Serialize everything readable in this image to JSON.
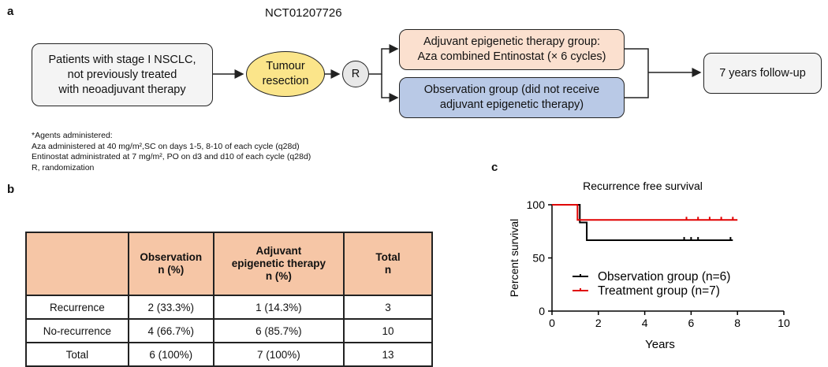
{
  "panel_a": {
    "label": "a",
    "trial_id": "NCT01207726",
    "patients_box": [
      "Patients with stage I NSCLC,",
      "not previously treated",
      "with neoadjuvant therapy"
    ],
    "resection_oval": [
      "Tumour",
      "resection"
    ],
    "randomization_node": "R",
    "treatment_box": [
      "Adjuvant epigenetic therapy group:",
      "Aza combined Entinostat (× 6 cycles)"
    ],
    "observation_box": [
      "Observation group (did not receive",
      "adjuvant epigenetic therapy)"
    ],
    "followup_box": "7 years follow-up",
    "notes": [
      "*Agents administered:",
      "Aza administered at 40 mg/m²,SC on days 1-5, 8-10 of each cycle (q28d)",
      "Entinostat administrated at 7 mg/m², PO on d3 and d10 of each cycle (q28d)",
      "R, randomization"
    ],
    "colors": {
      "treatment_fill": "#fbe0cf",
      "observation_fill": "#b9c9e6",
      "resection_fill": "#fbe58a",
      "neutral_fill": "#f4f4f4"
    }
  },
  "panel_b": {
    "label": "b",
    "header": [
      "",
      "Observation\nn (%)",
      "Adjuvant\nepigenetic therapy\nn (%)",
      "Total\nn"
    ],
    "rows": [
      [
        "Recurrence",
        "2 (33.3%)",
        "1 (14.3%)",
        "3"
      ],
      [
        "No-recurrence",
        "4 (66.7%)",
        "6 (85.7%)",
        "10"
      ],
      [
        "Total",
        "6 (100%)",
        "7 (100%)",
        "13"
      ]
    ]
  },
  "panel_c": {
    "label": "c",
    "chart_data": {
      "type": "line",
      "title": "Recurrence free survival",
      "xlabel": "Years",
      "ylabel": "Percent survival",
      "xlim": [
        0,
        10
      ],
      "ylim": [
        0,
        100
      ],
      "x_ticks": [
        "0",
        "2",
        "4",
        "6",
        "8",
        "10"
      ],
      "y_ticks": [
        "0",
        "50",
        "100"
      ],
      "legend_position": "bottom-left",
      "series": [
        {
          "name": "Observation group (n=6)",
          "color": "#000000",
          "steps": [
            [
              0,
              100
            ],
            [
              1.2,
              83.3
            ],
            [
              1.5,
              66.7
            ],
            [
              7.8,
              66.7
            ]
          ],
          "censored": [
            5.7,
            6.0,
            6.3,
            7.7
          ]
        },
        {
          "name": "Treatment group (n=7)",
          "color": "#e00000",
          "steps": [
            [
              0,
              100
            ],
            [
              1.1,
              85.7
            ],
            [
              8.0,
              85.7
            ]
          ],
          "censored": [
            5.8,
            6.3,
            6.8,
            7.3,
            7.8
          ]
        }
      ]
    }
  }
}
